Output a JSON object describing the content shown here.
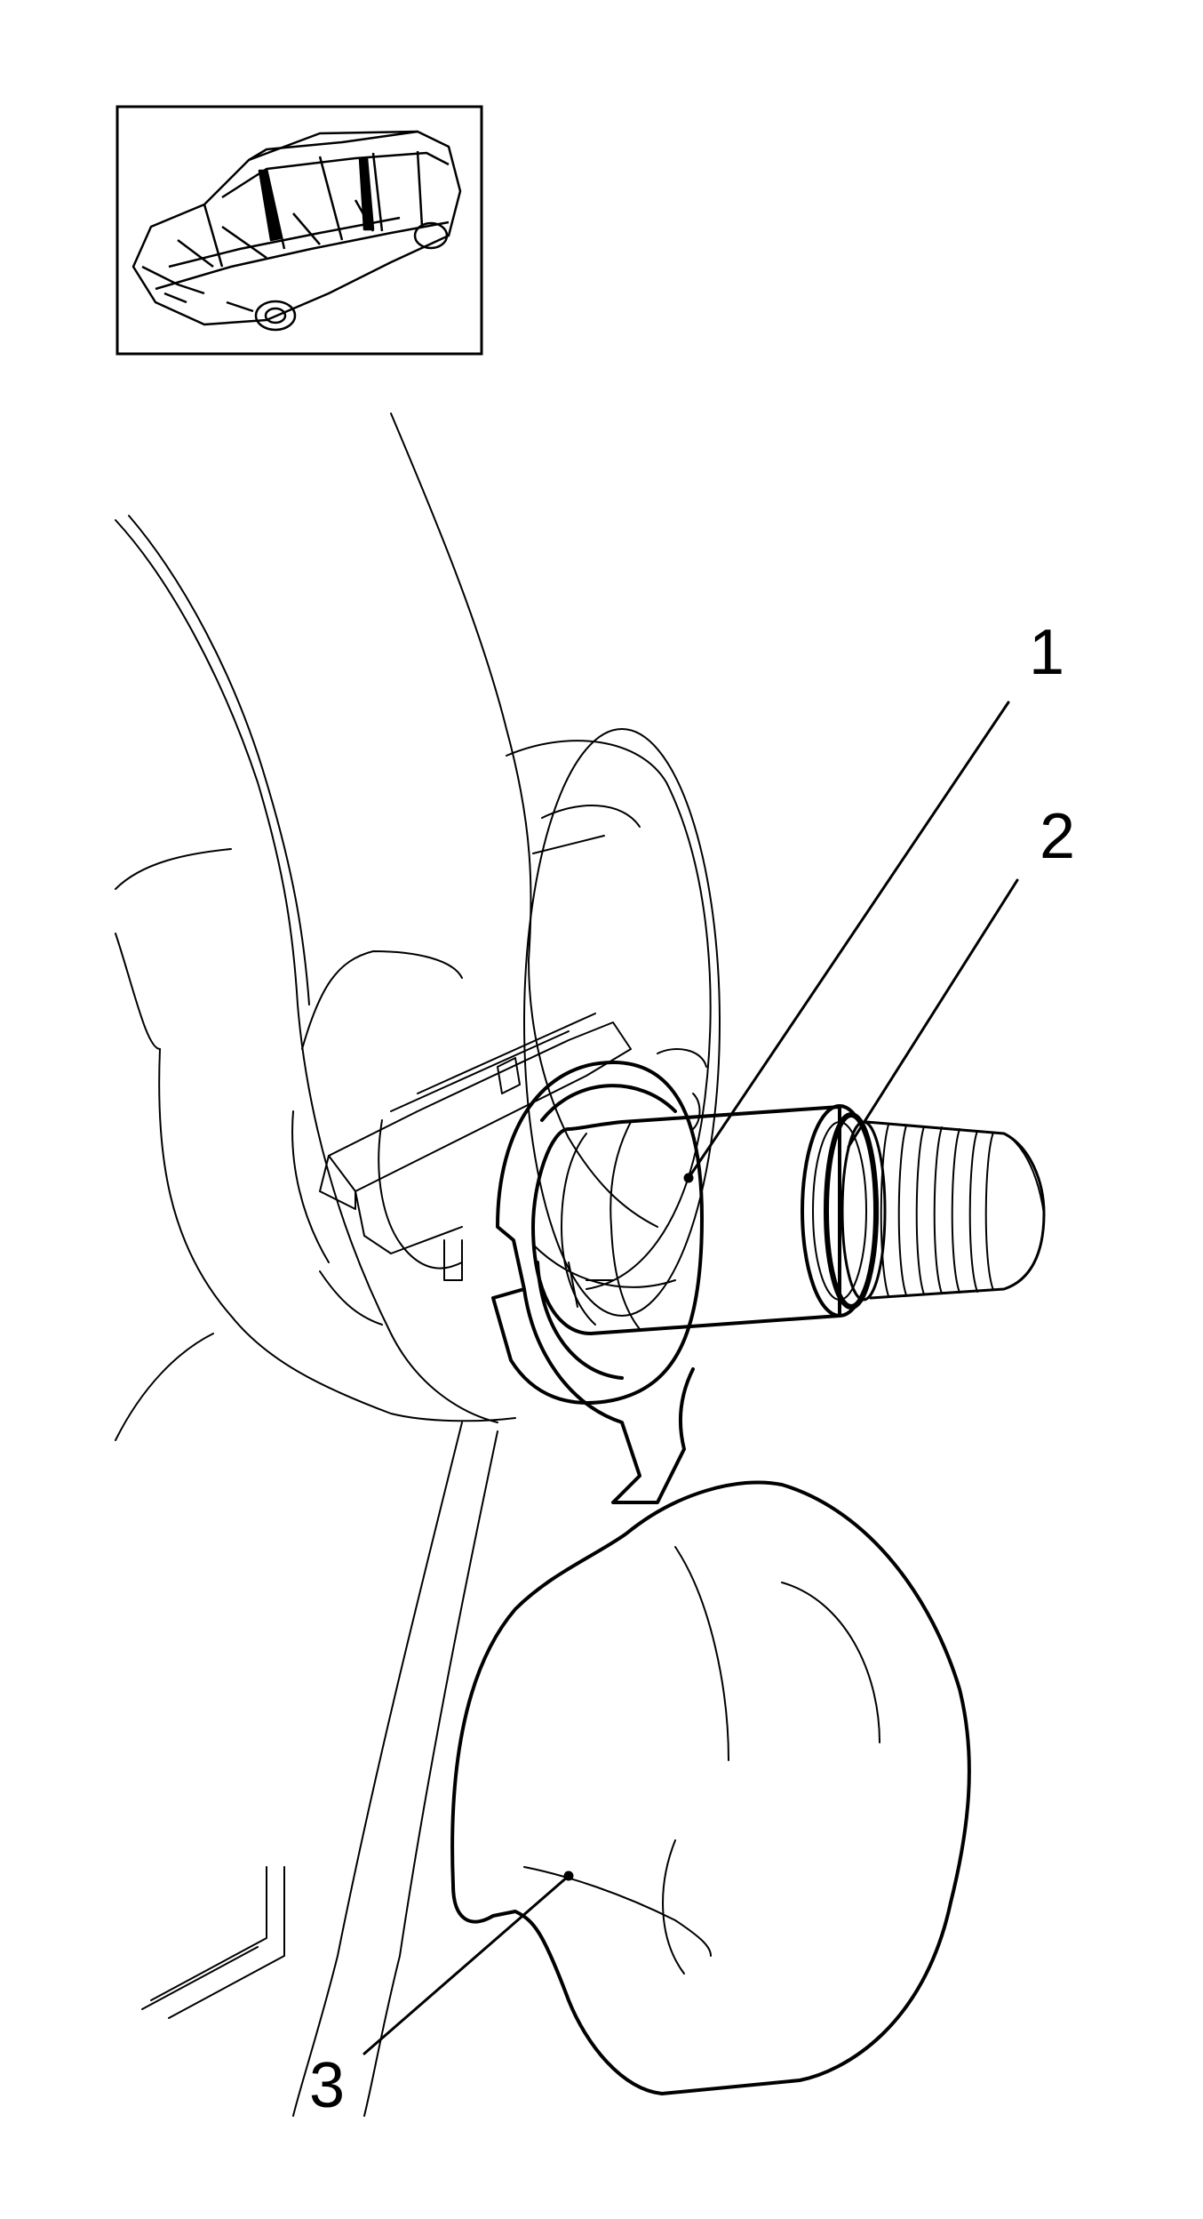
{
  "figure": {
    "callouts": [
      {
        "id": "1",
        "label": "1",
        "part": "stud"
      },
      {
        "id": "2",
        "label": "2",
        "part": "retaining-ring"
      },
      {
        "id": "3",
        "label": "3",
        "part": "boot-cover"
      }
    ],
    "colors": {
      "line": "#000000",
      "background": "#ffffff"
    },
    "icons": {
      "locator": "car-body-locator-icon"
    }
  }
}
